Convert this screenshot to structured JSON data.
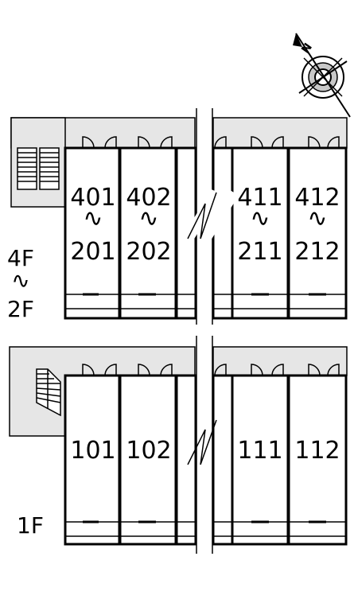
{
  "compass": {
    "north_label": "N",
    "icon": "north-arrow-icon"
  },
  "floors": [
    {
      "id": "upper",
      "label_top": "4F",
      "label_sep": "∿",
      "label_bottom": "2F",
      "units": [
        {
          "top": "401",
          "sep": "∿",
          "bottom": "201"
        },
        {
          "top": "402",
          "sep": "∿",
          "bottom": "202"
        },
        {
          "top": "411",
          "sep": "∿",
          "bottom": "211"
        },
        {
          "top": "412",
          "sep": "∿",
          "bottom": "212"
        }
      ]
    },
    {
      "id": "ground",
      "label": "1F",
      "units": [
        {
          "label": "101"
        },
        {
          "label": "102"
        },
        {
          "label": "111"
        },
        {
          "label": "112"
        }
      ]
    }
  ],
  "colors": {
    "corridor": "#e6e6e6",
    "wall": "#000000",
    "background": "#ffffff"
  }
}
